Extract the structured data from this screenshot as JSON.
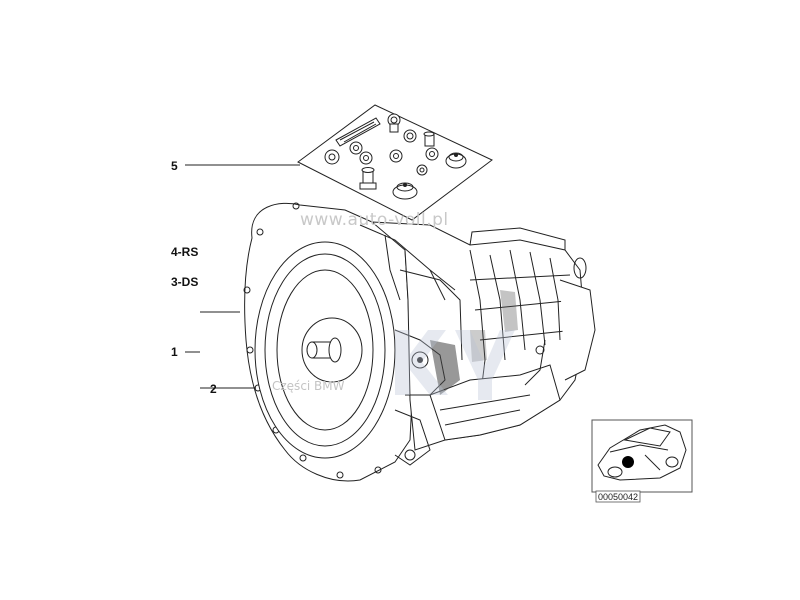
{
  "callouts": {
    "item5": "5",
    "item4": "4-RS",
    "item3": "3-DS",
    "item1": "1",
    "item2": "2"
  },
  "watermarks": {
    "site": "www.auto-voll.pl",
    "parts": "Części BMW"
  },
  "reference_code": "00050042"
}
